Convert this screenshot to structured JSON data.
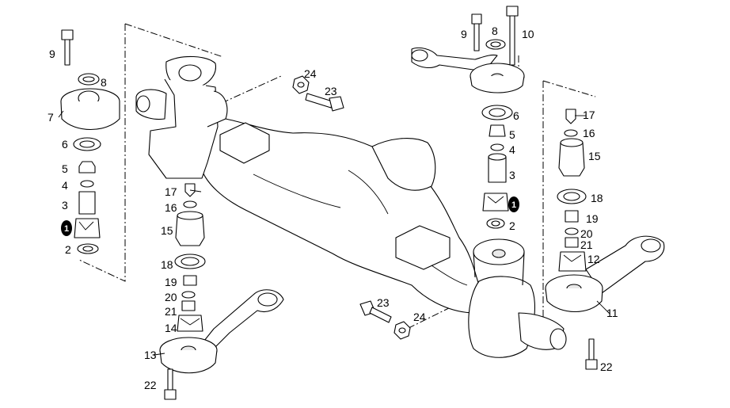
{
  "labels": {
    "l1": "1",
    "l2": "2",
    "l3": "3",
    "l4": "4",
    "l5": "5",
    "l6": "6",
    "l7": "7",
    "l8": "8",
    "l9": "9",
    "l10": "10",
    "l11": "11",
    "l12": "12",
    "l13": "13",
    "l14": "14",
    "l15": "15",
    "l16": "16",
    "l17": "17",
    "l18": "18",
    "l19": "19",
    "l20": "20",
    "l21": "21",
    "l22": "22",
    "l23": "23",
    "l24": "24"
  },
  "colors": {
    "line": "#000000",
    "background": "#ffffff",
    "badge": "#000000"
  }
}
